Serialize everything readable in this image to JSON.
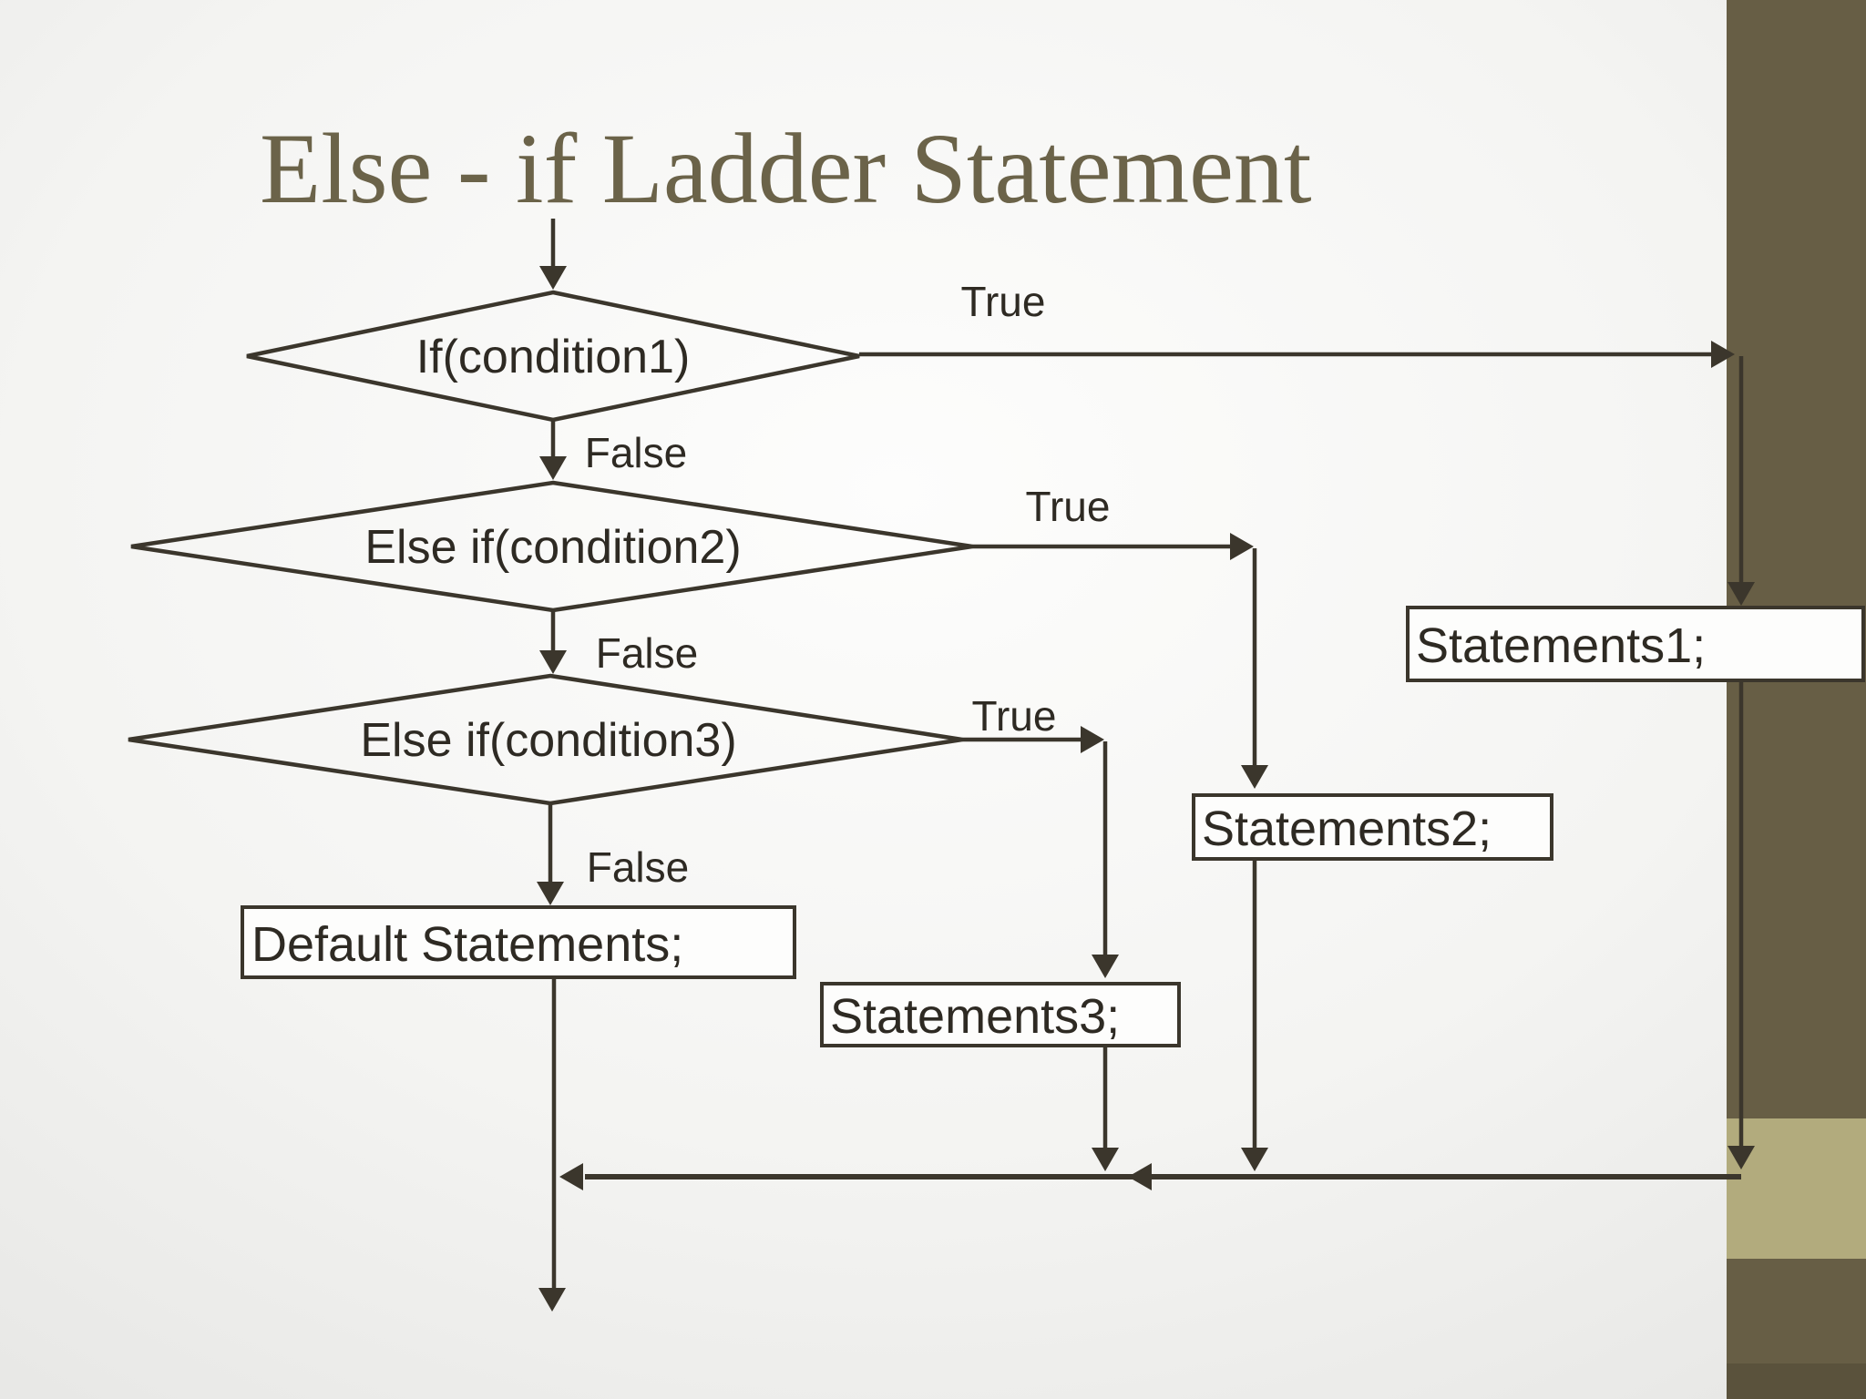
{
  "title": {
    "text": "Else - if Ladder Statement",
    "color": "#6b6349"
  },
  "sidebar": {
    "main_color": "#675e45",
    "accent_color": "#b2ab7d",
    "footer_color": "#5a523c"
  },
  "flowchart": {
    "line_color": "#3b362c",
    "text_color": "#2e2a23",
    "decisions": [
      {
        "label": "If(condition1)"
      },
      {
        "label": "Else if(condition2)"
      },
      {
        "label": "Else if(condition3)"
      }
    ],
    "processes": [
      {
        "label": "Statements1;"
      },
      {
        "label": "Statements2;"
      },
      {
        "label": "Statements3;"
      },
      {
        "label": "Default Statements;"
      }
    ],
    "branch_labels": [
      {
        "value": "True"
      },
      {
        "value": "False"
      },
      {
        "value": "True"
      },
      {
        "value": "False"
      },
      {
        "value": "True"
      },
      {
        "value": "False"
      }
    ]
  }
}
